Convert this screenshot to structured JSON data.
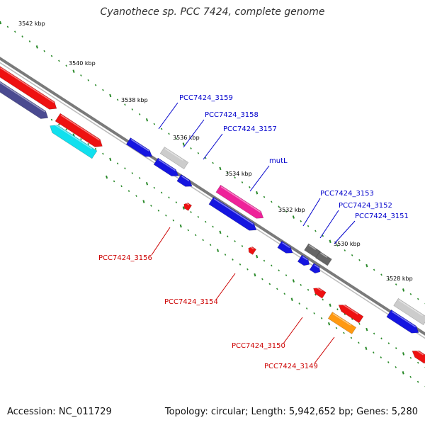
{
  "title": "Cyanothece sp. PCC 7424, complete genome",
  "footer": {
    "accession": "Accession: NC_011729",
    "summary": "Topology: circular; Length: 5,942,652 bp; Genes: 5,280"
  },
  "ticks": [
    {
      "label": "3542 kbp"
    },
    {
      "label": "3540 kbp"
    },
    {
      "label": "3538 kbp"
    },
    {
      "label": "3536 kbp"
    },
    {
      "label": "3534 kbp"
    },
    {
      "label": "3532 kbp"
    },
    {
      "label": "3530 kbp"
    },
    {
      "label": "3528 kbp"
    }
  ],
  "gene_labels": [
    {
      "text": "PCC7424_3159",
      "strand": "forward",
      "color": "#0000cc"
    },
    {
      "text": "PCC7424_3158",
      "strand": "forward",
      "color": "#0000cc"
    },
    {
      "text": "PCC7424_3157",
      "strand": "forward",
      "color": "#0000cc"
    },
    {
      "text": "mutL",
      "strand": "forward",
      "color": "#0000cc"
    },
    {
      "text": "PCC7424_3153",
      "strand": "forward",
      "color": "#0000cc"
    },
    {
      "text": "PCC7424_3152",
      "strand": "forward",
      "color": "#0000cc"
    },
    {
      "text": "PCC7424_3151",
      "strand": "forward",
      "color": "#0000cc"
    },
    {
      "text": "PCC7424_3156",
      "strand": "reverse",
      "color": "#cc0000"
    },
    {
      "text": "PCC7424_3154",
      "strand": "reverse",
      "color": "#cc0000"
    },
    {
      "text": "PCC7424_3150",
      "strand": "reverse",
      "color": "#cc0000"
    },
    {
      "text": "PCC7424_3149",
      "strand": "reverse",
      "color": "#cc0000"
    }
  ],
  "colors": {
    "backbone": "#7a7a7a",
    "ticks": "#2a8a2a",
    "forward_label": "#0000cc",
    "reverse_label": "#cc0000",
    "cds_blue": "#1515e0",
    "cds_red": "#ee1111",
    "cds_magenta": "#ee2299",
    "cds_cyan": "#11e0ee",
    "cds_orange": "#ff9911",
    "cds_grey": "#cccccc",
    "cds_dark_grey": "#666666",
    "cds_purple": "#4a4a90"
  }
}
